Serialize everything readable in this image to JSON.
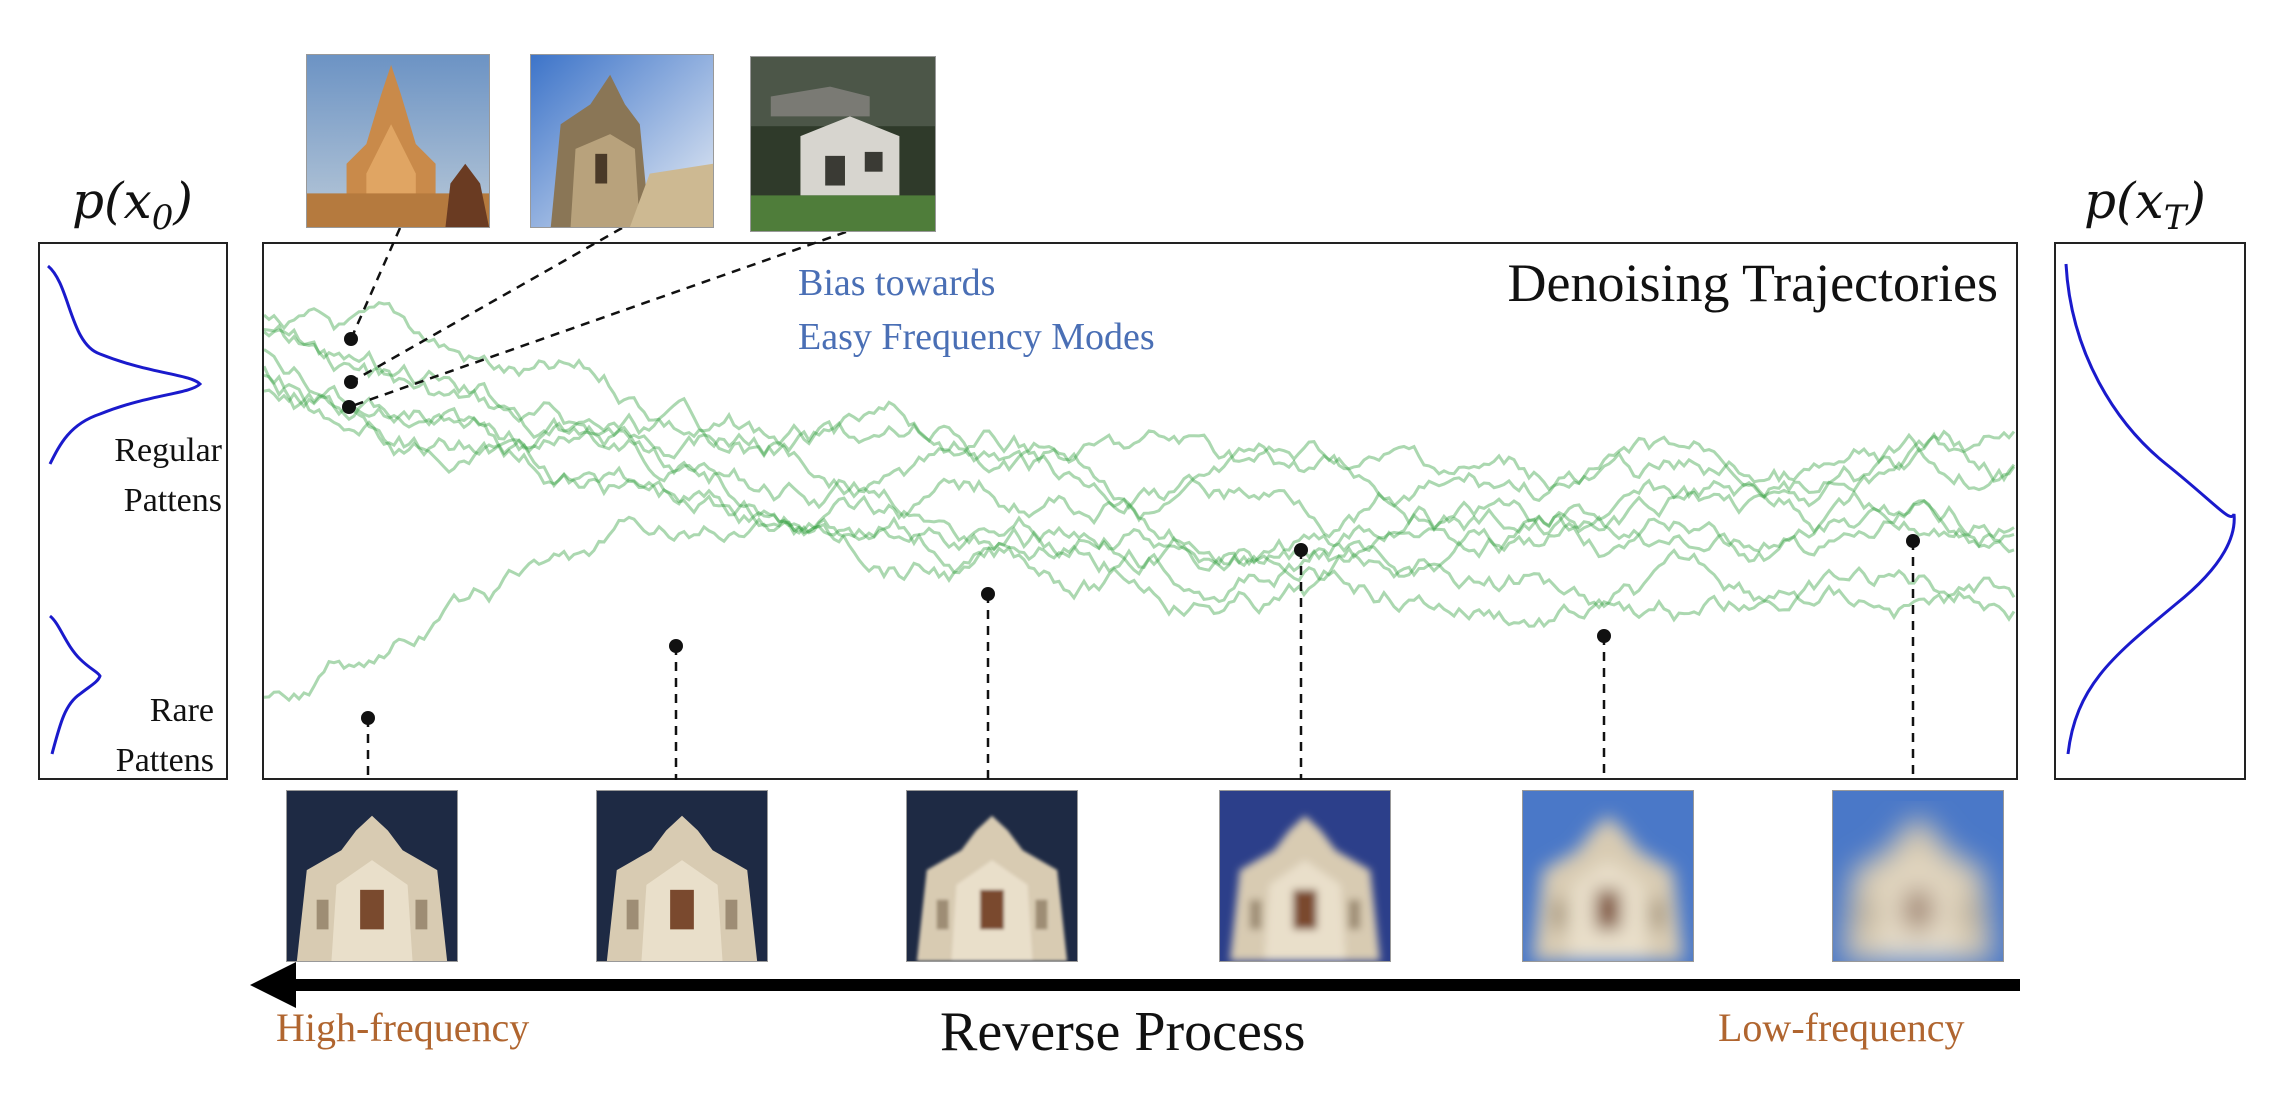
{
  "left_density": {
    "label": "p(x",
    "subscript": "0",
    "close": ")",
    "regular_label_line1": "Regular",
    "regular_label_line2": "Pattens",
    "rare_label_line1": "Rare",
    "rare_label_line2": "Pattens"
  },
  "right_density": {
    "label": "p(x",
    "subscript": "T",
    "close": ")"
  },
  "main_panel": {
    "title": "Denoising Trajectories",
    "bias_line1": "Bias towards",
    "bias_line2": "Easy Frequency Modes"
  },
  "top_images": [
    {
      "name": "orange-tower-image"
    },
    {
      "name": "church-tower-image"
    },
    {
      "name": "white-cottage-image"
    }
  ],
  "bottom_images": [
    {
      "name": "facade-step-1",
      "blur": 0
    },
    {
      "name": "facade-step-2",
      "blur": 0.4
    },
    {
      "name": "facade-step-3",
      "blur": 1.6
    },
    {
      "name": "facade-step-4",
      "blur": 4
    },
    {
      "name": "facade-step-5",
      "blur": 9
    },
    {
      "name": "facade-step-6",
      "blur": 14
    }
  ],
  "arrow": {
    "left_label": "High-frequency",
    "center_label": "Reverse Process",
    "right_label": "Low-frequency"
  },
  "colors": {
    "trajectory": "#2e9e3a",
    "density_curve": "#1a1acc",
    "bias_text": "#4a6fb5",
    "freq_text": "#b0652f"
  }
}
